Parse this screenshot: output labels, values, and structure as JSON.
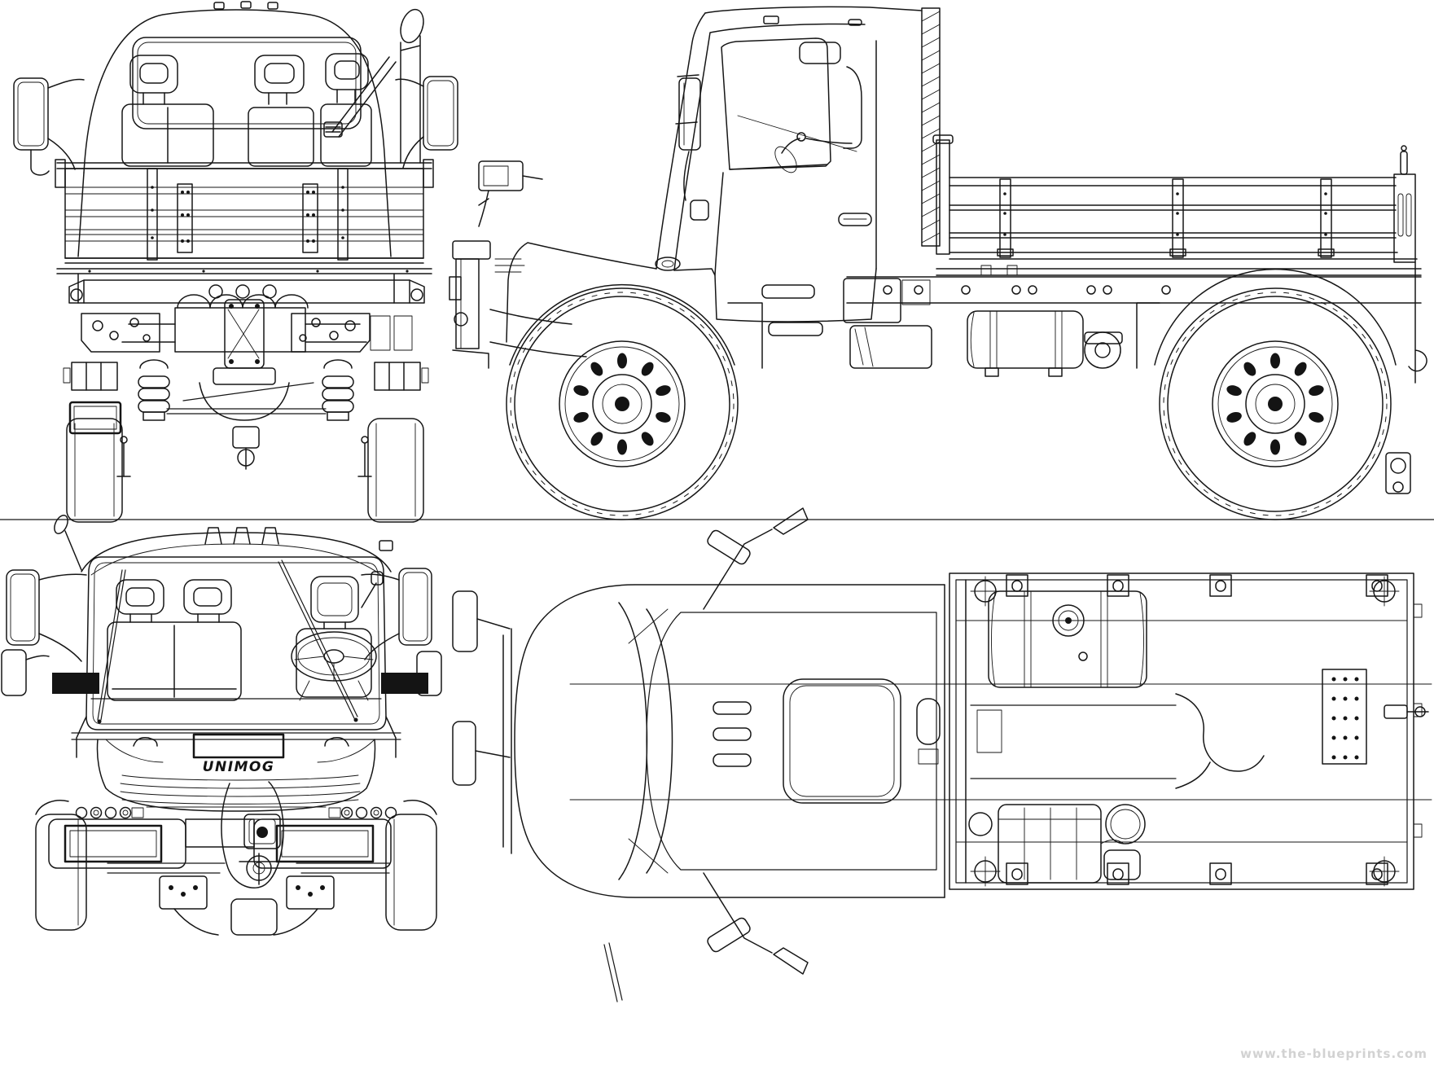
{
  "page": {
    "background": "#ffffff",
    "line_color": "#161616",
    "watermark_color": "#d2d2d2"
  },
  "blueprint": {
    "badge_text": "UNIMOG",
    "watermark": "www.the-blueprints.com",
    "views": [
      {
        "id": "rear-view"
      },
      {
        "id": "side-view"
      },
      {
        "id": "front-view"
      },
      {
        "id": "top-view"
      }
    ]
  }
}
